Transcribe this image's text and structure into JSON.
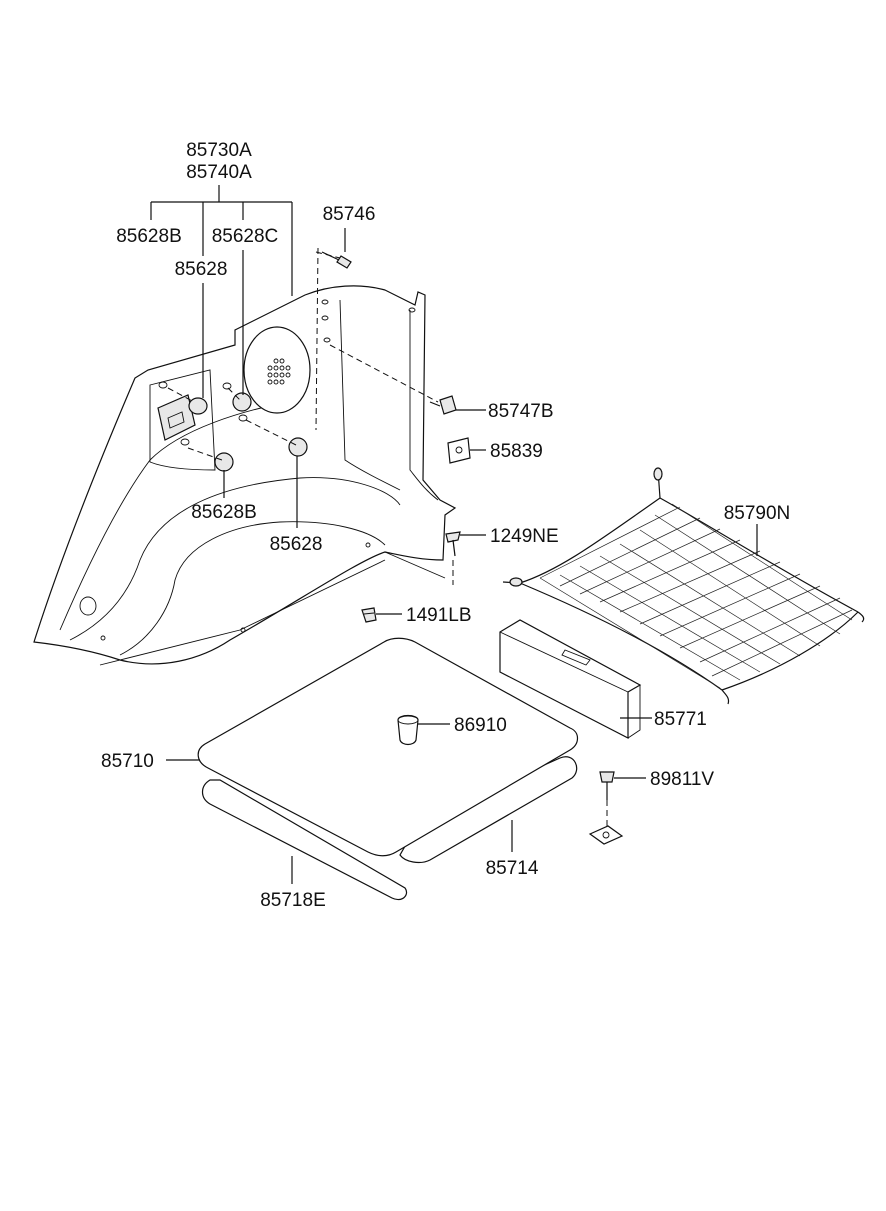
{
  "labels": {
    "p85730A": "85730A",
    "p85740A": "85740A",
    "p85628B_top": "85628B",
    "p85628C": "85628C",
    "p85746": "85746",
    "p85628_top": "85628",
    "p85747B": "85747B",
    "p85839": "85839",
    "p85790N": "85790N",
    "p85628B_bot": "85628B",
    "p85628_bot": "85628",
    "p1249NE": "1249NE",
    "p1491LB": "1491LB",
    "p86910": "86910",
    "p85771": "85771",
    "p85710": "85710",
    "p89811V": "89811V",
    "p85714": "85714",
    "p85718E": "85718E"
  }
}
